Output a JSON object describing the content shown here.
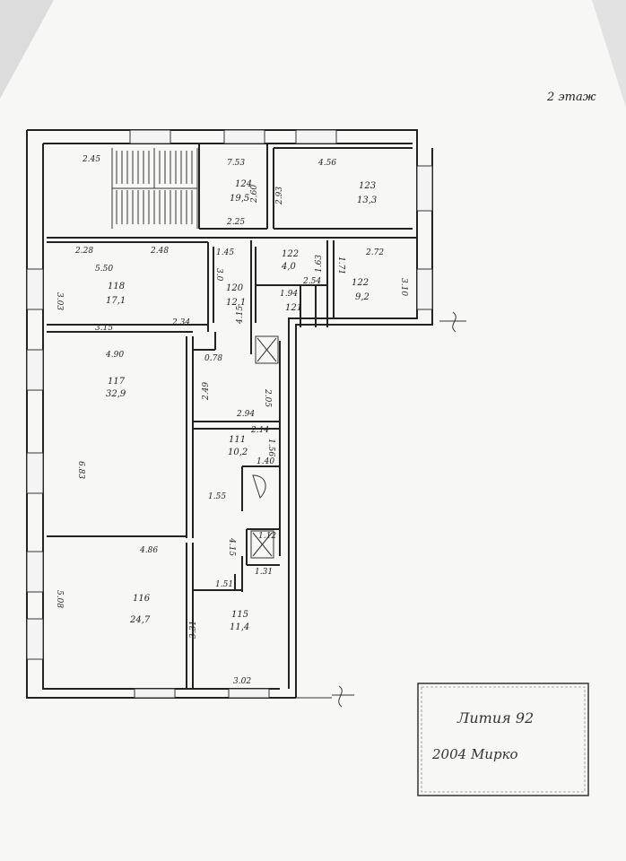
{
  "sheet": {
    "floor_note": "2 этаж"
  },
  "rooms": [
    {
      "number": "124",
      "area": "19,5"
    },
    {
      "number": "123",
      "area": "13,3"
    },
    {
      "number": "118",
      "area": "17,1"
    },
    {
      "number": "120",
      "area": "12,1"
    },
    {
      "number": "122",
      "area": "4,0"
    },
    {
      "number": "121",
      "area": ""
    },
    {
      "number": "122",
      "area": "9,2"
    },
    {
      "number": "117",
      "area": "32,9"
    },
    {
      "number": "111",
      "area": "10,2"
    },
    {
      "number": "116",
      "area": "24,7"
    },
    {
      "number": "115",
      "area": "11,4"
    }
  ],
  "dimensions": [
    "2.45",
    "7.53",
    "2.60",
    "2.25",
    "4.56",
    "2.93",
    "2.28",
    "2.48",
    "5.50",
    "3.03",
    "3.15",
    "2.34",
    "1.45",
    "3.0",
    "4.15",
    "1.94",
    "2.54",
    "1.63",
    "1.71",
    "2.72",
    "3.10",
    "4.90",
    "0.78",
    "2.49",
    "2.05",
    "2.94",
    "2.14",
    "1.56",
    "6.83",
    "1.40",
    "1.55",
    "4.15",
    "1.12",
    "4.86",
    "1.51",
    "1.31",
    "5.08",
    "3.31",
    "3.02"
  ],
  "stamp": {
    "line1": "Лития 92",
    "line2": "2004 Мирко"
  },
  "colors": {
    "paper": "#f7f7f5",
    "ink": "#222222"
  }
}
